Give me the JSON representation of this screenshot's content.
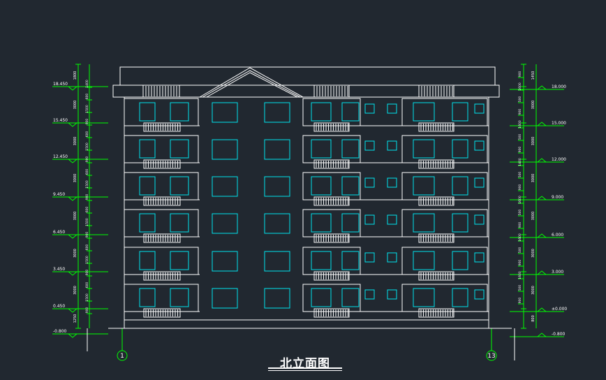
{
  "drawing": {
    "title": "北立面图",
    "axis_left": "1",
    "axis_right": "13",
    "left_elevations": [
      "18.450",
      "15.450",
      "12.450",
      "9.450",
      "6.450",
      "3.450",
      "0.450",
      "-0.800"
    ],
    "right_elevations": [
      "18.000",
      "15.000",
      "12.000",
      "9.000",
      "6.000",
      "3.000",
      "±0.000",
      "-0.800"
    ],
    "left_dims_outer": [
      "1800",
      "3000",
      "3000",
      "3000",
      "3000",
      "3000",
      "3000",
      "1250"
    ],
    "left_dims_inner": [
      "1400",
      "600",
      "1500",
      "900",
      "600",
      "1500",
      "900",
      "600",
      "1500",
      "900",
      "600",
      "1500",
      "900",
      "600",
      "1500",
      "900",
      "600",
      "1500",
      "900"
    ],
    "right_dims_outer": [
      "1450",
      "3000",
      "3000",
      "3000",
      "3000",
      "3000",
      "3000",
      "800"
    ],
    "right_dims_inner": [
      "900",
      "1600",
      "500",
      "900",
      "1600",
      "500",
      "900",
      "1400",
      "500",
      "900",
      "1600",
      "500",
      "900",
      "1600",
      "500",
      "900",
      "1600",
      "500",
      "900"
    ],
    "colors": {
      "background": "#212830",
      "building": "#ffffff",
      "window": "#00e5ee",
      "dimension": "#00ff00",
      "text": "#ffffff"
    }
  }
}
